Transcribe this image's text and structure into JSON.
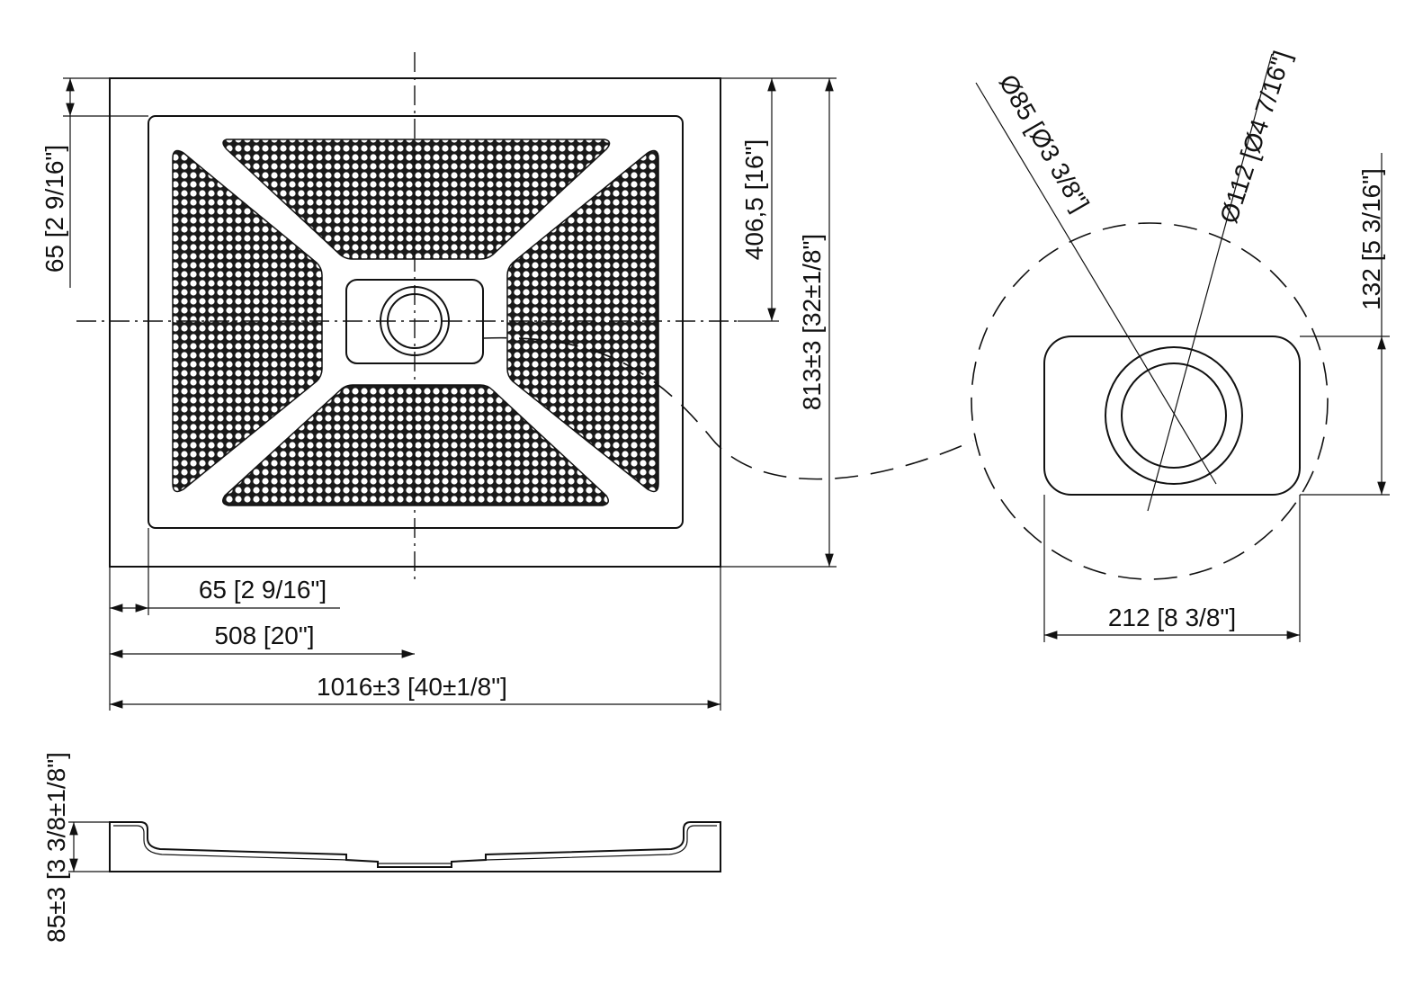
{
  "dimensions": {
    "frame_height": "65 [2 9/16\"]",
    "half_depth": "406,5 [16\"]",
    "total_depth": "813±3 [32±1/8\"]",
    "frame_width": "65 [2 9/16\"]",
    "half_width": "508 [20\"]",
    "total_width": "1016±3 [40±1/8\"]",
    "outer_diameter": "Ø112 [Ø4 7/16\"]",
    "inner_diameter": "Ø85 [Ø3 3/8\"]",
    "drain_height": "132 [5 3/16\"]",
    "drain_width": "212 [8 3/8\"]",
    "tray_height": "85±3 [3 3/8±1/8\"]"
  },
  "colors": {
    "line": "#111111",
    "background": "#ffffff"
  }
}
